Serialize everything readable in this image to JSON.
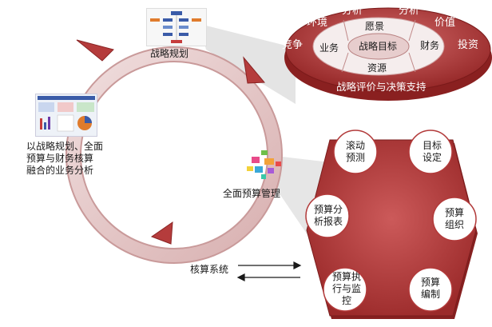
{
  "cycle": {
    "strategy_planning": "战略规划",
    "business_analysis": "以战略规划、全面\n预算与财务核算\n融合的业务分析",
    "budget_management": "全面预算管理",
    "accounting_system": "核算系统"
  },
  "strategy_ellipse": {
    "outer_labels": [
      "环境",
      "分析",
      "分析",
      "价值",
      "竞争",
      "投资"
    ],
    "inner_labels": [
      "愿景",
      "业务",
      "财务",
      "资源"
    ],
    "center": "战略目标",
    "bottom": "战略评价与决策支持"
  },
  "budget_hexagon": {
    "nodes": [
      "滚动\n预测",
      "目标\n设定",
      "预算\n组织",
      "预算\n编制",
      "预算执\n行与监\n控",
      "预算分\n析报表"
    ]
  },
  "colors": {
    "ring": "#e4c4c4",
    "red": "#b23a3a",
    "dark_red": "#8d2222",
    "node_bg": "#ffffff"
  }
}
